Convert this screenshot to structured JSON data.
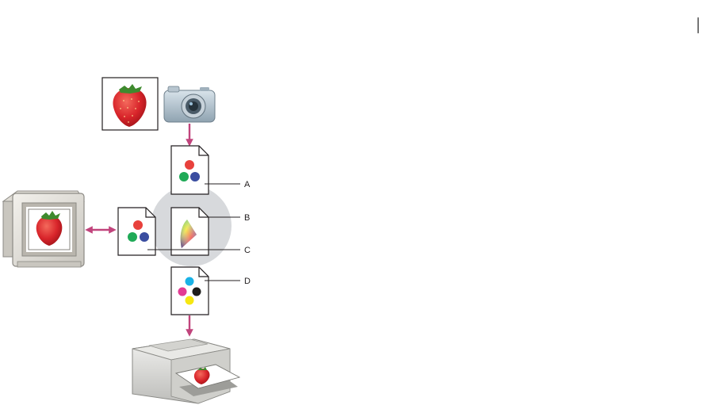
{
  "callouts": {
    "a": "A",
    "b": "B",
    "c": "C",
    "d": "D"
  },
  "colors": {
    "arrow": "#c1447c",
    "profile_zone": "#d7d9dc",
    "rgb_red": "#e8413c",
    "rgb_green": "#1faa57",
    "rgb_blue": "#3a4da0",
    "cmyk_cyan": "#1ab2e6",
    "cmyk_magenta": "#e23b93",
    "cmyk_yellow": "#f6e711",
    "cmyk_black": "#1d1d1b"
  },
  "icons": [
    "strawberry-photo-icon",
    "digital-camera-icon",
    "rgb-profile-document-icon",
    "color-gamut-document-icon",
    "monitor-profile-document-icon",
    "cmyk-profile-document-icon",
    "crt-monitor-icon",
    "inkjet-printer-icon"
  ]
}
